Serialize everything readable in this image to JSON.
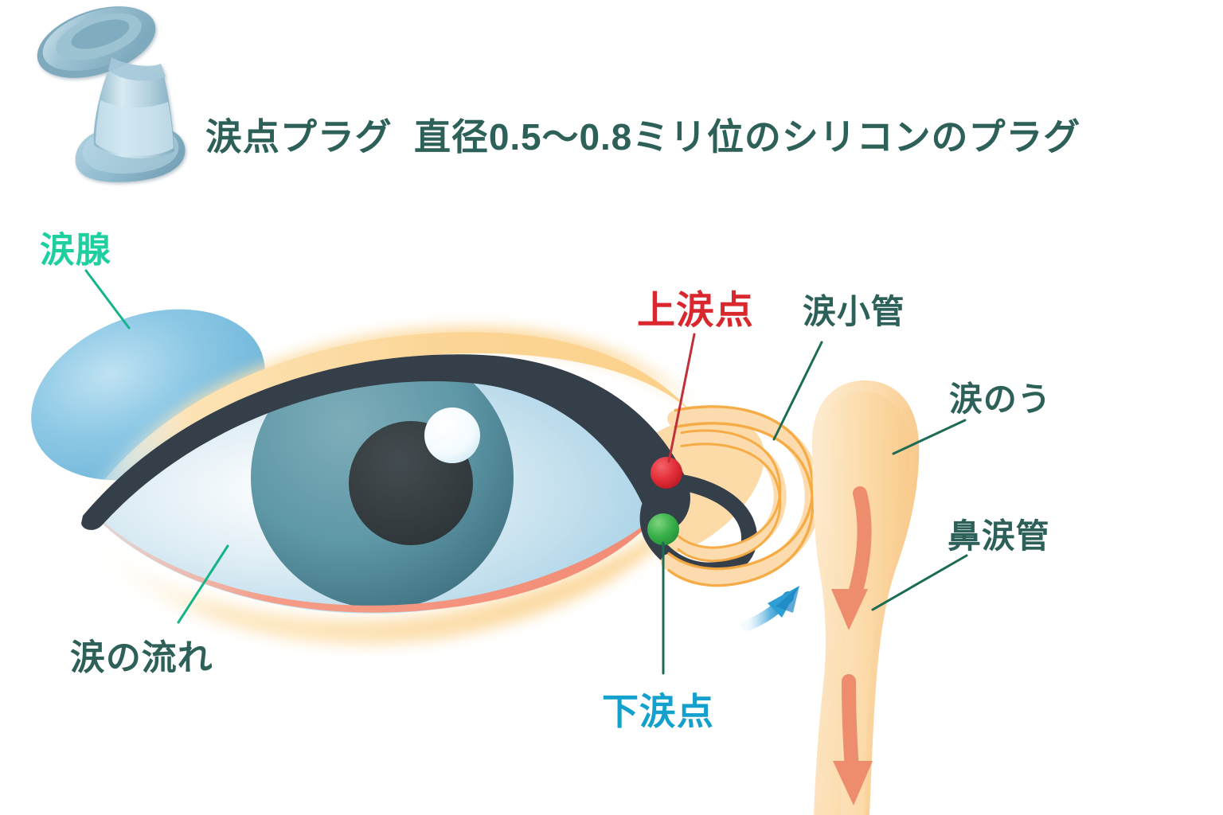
{
  "figure": {
    "kind": "anatomical-diagram",
    "subject": "tear-drainage-system-with-punctal-plug"
  },
  "header": {
    "plug_title": "涙点プラグ",
    "plug_description": "直径0.5〜0.8ミリ位のシリコンのプラグ"
  },
  "labels": {
    "lacrimal_gland": "涙腺",
    "tear_flow": "涙の流れ",
    "upper_punctum": "上涙点",
    "canaliculus": "涙小管",
    "lacrimal_sac": "涙のう",
    "nasolacrimal_duct": "鼻涙管",
    "lower_punctum": "下涙点"
  },
  "colors": {
    "teal_dark": "#2d6058",
    "teal_bright": "#1ecfa0",
    "red": "#d9272e",
    "cyan": "#13a0cd",
    "gland_blue": "#79bfe0",
    "eyelid_peach": "#fcd99a",
    "lash_dark": "#343f4a",
    "sclera_blue": "#bcdcea",
    "iris_teal": "#5e97a6",
    "pupil": "#343b3e",
    "rim_salmon": "#f4907e",
    "duct_fill": "#fbdcab",
    "duct_stroke": "#f5a93f",
    "arrow_coral": "#ee8d6e",
    "arrow_blue": "#2e9fd4",
    "plug_blue": "#a9cddd"
  },
  "markers": {
    "upper_punctum_dot": "red-dot",
    "lower_punctum_dot": "green-dot"
  },
  "flow_arrows": [
    {
      "name": "into-sac",
      "color": "blue",
      "direction": "up-right"
    },
    {
      "name": "sac-to-duct",
      "color": "coral",
      "direction": "down"
    },
    {
      "name": "duct-outflow",
      "color": "coral",
      "direction": "down"
    }
  ]
}
